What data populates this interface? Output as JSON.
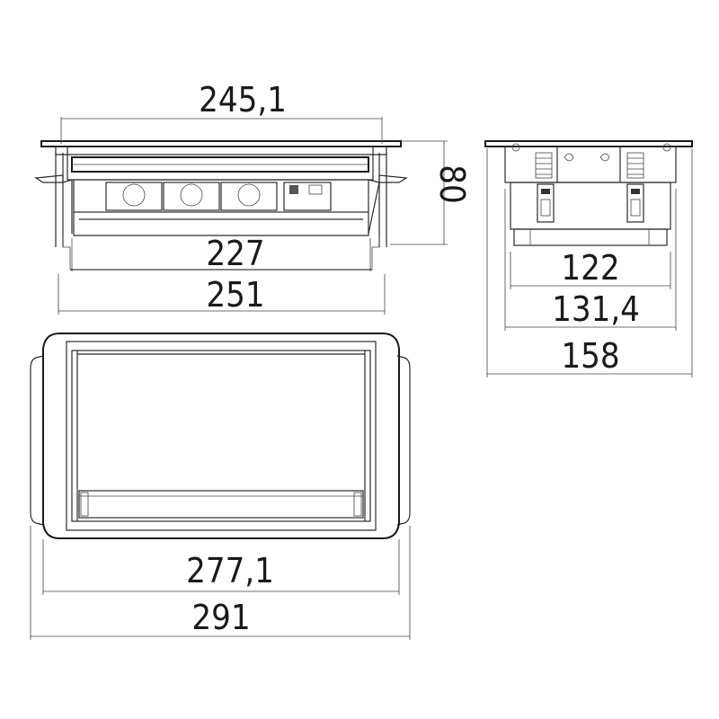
{
  "dimensions": {
    "front_top_width": "245,1",
    "front_height": "80",
    "front_inner_width": "227",
    "front_outer_width": "251",
    "side_inner_depth": "122",
    "side_mid_depth": "131,4",
    "side_outer_depth": "158",
    "top_inner_width": "277,1",
    "top_outer_width": "291"
  }
}
